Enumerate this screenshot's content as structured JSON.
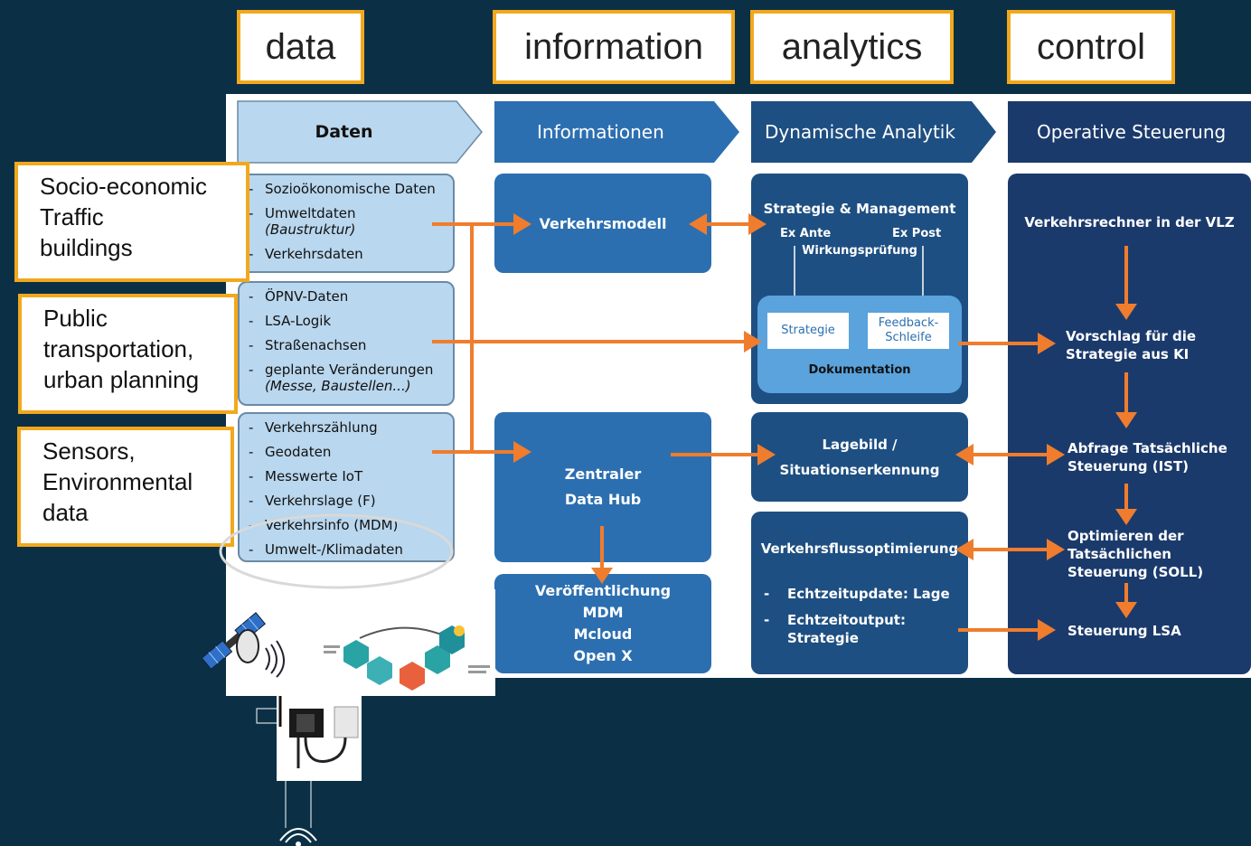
{
  "header_tabs": [
    "data",
    "information",
    "analytics",
    "control"
  ],
  "chevrons": [
    "Daten",
    "Informationen",
    "Dynamische Analytik",
    "Operative Steuerung"
  ],
  "callouts": {
    "socio": [
      "Socio-economic",
      "Traffic",
      "buildings"
    ],
    "public": [
      "Public",
      "transportation,",
      "urban planning"
    ],
    "sensors": [
      "Sensors,",
      "Environmental",
      "data"
    ]
  },
  "data_boxes": {
    "box1": [
      "Sozioökonomische Daten",
      "Umweltdaten",
      "Verkehrsdaten"
    ],
    "box1_sub": "(Baustruktur)",
    "box2": [
      "ÖPNV-Daten",
      "LSA-Logik",
      "Straßenachsen",
      "geplante Veränderungen"
    ],
    "box2_sub": "(Messe, Baustellen...)",
    "box3": [
      "Verkehrszählung",
      "Geodaten",
      "Messwerte IoT",
      "Verkehrslage (F)",
      "Verkehrsinfo (MDM)",
      "Umwelt-/Klimadaten"
    ]
  },
  "information": {
    "model": "Verkehrsmodell",
    "hub": [
      "Zentraler",
      "Data Hub"
    ],
    "publication": [
      "Veröffentlichung",
      "MDM",
      "Mcloud",
      "Open X"
    ]
  },
  "analytics": {
    "strategy_title": "Strategie & Management",
    "ex_ante": "Ex Ante",
    "ex_post": "Ex Post",
    "wirkung": "Wirkungsprüfung",
    "strategie": "Strategie",
    "feedback": [
      "Feedback-",
      "Schleife"
    ],
    "dokumentation": "Dokumentation",
    "lagebild": [
      "Lagebild /",
      "Situationserkennung"
    ],
    "flow_title": "Verkehrsflussoptimierung",
    "flow_items": [
      "Echtzeitupdate: Lage",
      "Echtzeitoutput:",
      "Strategie"
    ]
  },
  "control": {
    "vlz": "Verkehrsrechner in der VLZ",
    "vorschlag": [
      "Vorschlag für die",
      "Strategie aus KI"
    ],
    "abfrage": [
      "Abfrage Tatsächliche",
      "Steuerung (IST)"
    ],
    "optimieren": [
      "Optimieren der",
      "Tatsächlichen",
      "Steuerung (SOLL)"
    ],
    "lsa": "Steuerung LSA"
  },
  "colors": {
    "background": "#0b3046",
    "accent": "#f2a81d",
    "arrow": "#ef7d2d",
    "light_box": "#b9d7ee",
    "mid_blue": "#2c6fb0",
    "dark_blue": "#1e4f82",
    "navy": "#1b3a6c"
  },
  "icons": [
    "satellite-icon",
    "iot-sensor-icon",
    "wireless-signal-icon",
    "cycle-infographic-icon"
  ]
}
